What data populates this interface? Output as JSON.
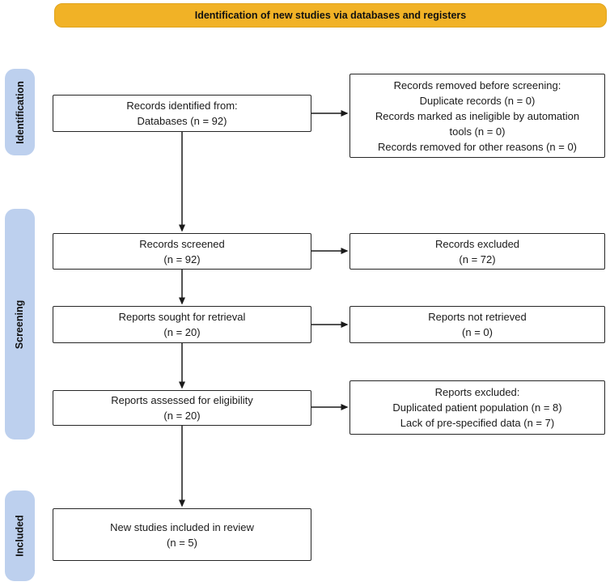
{
  "title_banner": {
    "label": "Identification of new studies via databases and registers"
  },
  "stages": [
    {
      "label": "Identification"
    },
    {
      "label": "Screening"
    },
    {
      "label": "Included"
    }
  ],
  "boxes": {
    "records_identified": {
      "lines": [
        "Records identified from:",
        "Databases (n = 92)"
      ]
    },
    "records_removed": {
      "lines": [
        "Records removed before screening:",
        "Duplicate records (n = 0)",
        "Records marked as ineligible by automation",
        "tools (n = 0)",
        "Records removed for other reasons (n = 0)"
      ]
    },
    "records_screened": {
      "lines": [
        "Records screened",
        "(n = 92)"
      ]
    },
    "records_excluded": {
      "lines": [
        "Records excluded",
        "(n = 72)"
      ]
    },
    "reports_sought": {
      "lines": [
        "Reports sought for retrieval",
        "(n = 20)"
      ]
    },
    "reports_not_retrieved": {
      "lines": [
        "Reports not retrieved",
        "(n = 0)"
      ]
    },
    "reports_assessed": {
      "lines": [
        "Reports assessed for eligibility",
        "(n = 20)"
      ]
    },
    "reports_excluded": {
      "lines": [
        "Reports excluded:",
        "Duplicated patient population (n = 8)",
        "Lack of pre-specified data (n = 7)"
      ]
    },
    "new_studies_included": {
      "lines": [
        "New studies included in review",
        "(n = 5)"
      ]
    }
  },
  "colors": {
    "banner_bg": "#F1B226",
    "stage_bg": "#BDD0EE",
    "box_bg": "#FFFFFF",
    "box_border": "#262626",
    "arrow": "#1A1A1A",
    "text": "#111111"
  }
}
